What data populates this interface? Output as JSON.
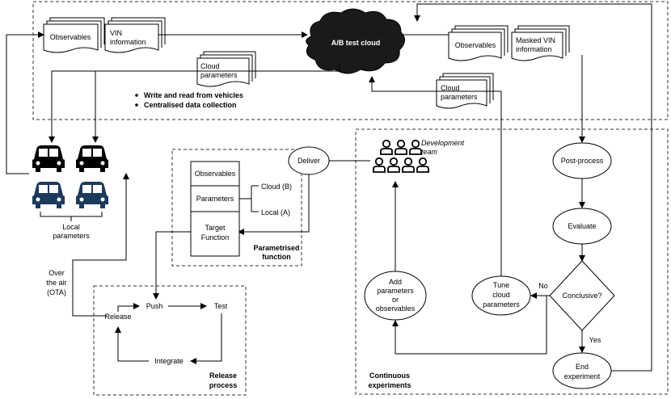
{
  "cloud": {
    "label": "A/B test cloud"
  },
  "docs": {
    "observables_left": "Observables",
    "vin_info_1": "VIN",
    "vin_info_2": "information",
    "cloud_params_top_1": "Cloud",
    "cloud_params_top_2": "parameters",
    "observables_right": "Observables",
    "masked_vin_1": "Masked VIN",
    "masked_vin_2": "information",
    "cloud_params_mid_1": "Cloud",
    "cloud_params_mid_2": "parameters"
  },
  "bullets": [
    "Write and read from vehicles",
    "Centralised data collection"
  ],
  "local_params": {
    "line1": "Local",
    "line2": "parameters"
  },
  "ota": {
    "line1": "Over",
    "line2": "the air",
    "line3": "(OTA)"
  },
  "deliver": "Deliver",
  "function_box": {
    "observables": "Observables",
    "parameters": "Parameters",
    "target_1": "Target",
    "target_2": "Function",
    "cloud_b": "Cloud (B)",
    "local_a": "Local (A)",
    "caption_1": "Parametrised",
    "caption_2": "function"
  },
  "release": {
    "push": "Push",
    "test": "Test",
    "integrate": "Integrate",
    "release": "Release",
    "caption_1": "Release",
    "caption_2": "process"
  },
  "dev_team": {
    "line1": "Development",
    "line2": "team"
  },
  "flow": {
    "post_process": "Post-process",
    "evaluate": "Evaluate",
    "conclusive": "Conclusive?",
    "no": "No",
    "yes": "Yes",
    "end_1": "End",
    "end_2": "experiment",
    "tune_1": "Tune",
    "tune_2": "cloud",
    "tune_3": "parameters",
    "add_1": "Add",
    "add_2": "parameters",
    "add_3": "or",
    "add_4": "observables",
    "caption_1": "Continuous",
    "caption_2": "experiments"
  },
  "colors": {
    "car_black": "#000000",
    "car_blue": "#1b3a5c"
  }
}
